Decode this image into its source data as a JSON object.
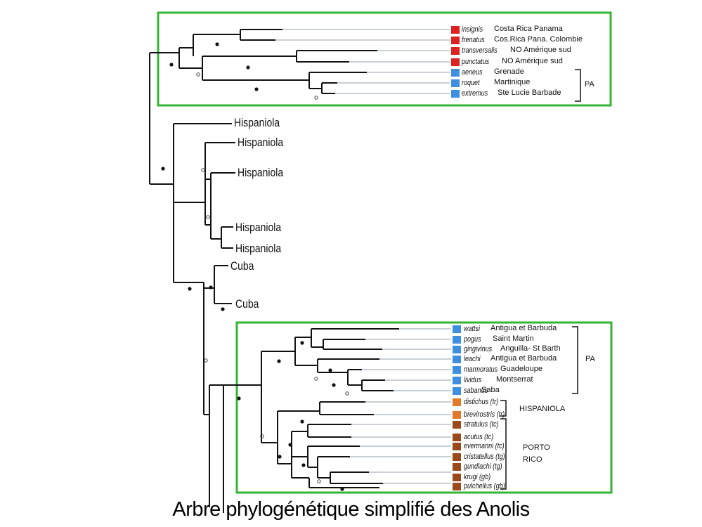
{
  "caption": "Arbre phylogénétique simplifié des Anolis",
  "colors": {
    "box": "#33b533",
    "mainland": "#dd2222",
    "lesser_antilles": "#3f8fe0",
    "hispaniola": "#e07a2a",
    "puerto_rico": "#9a4a1a"
  },
  "top_group": {
    "taxa": [
      {
        "species": "insignis",
        "locality": "Costa Rica  Panama",
        "color": "mainland"
      },
      {
        "species": "frenatus",
        "locality": "Cos.Rica  Pana. Colombie",
        "color": "mainland"
      },
      {
        "species": "transversalis",
        "locality": "NO Amérique sud",
        "color": "mainland"
      },
      {
        "species": "punctatus",
        "locality": "NO Amérique sud",
        "color": "mainland"
      },
      {
        "species": "aeneus",
        "locality": "Grenade",
        "color": "lesser_antilles"
      },
      {
        "species": "roquet",
        "locality": "Martinique",
        "color": "lesser_antilles"
      },
      {
        "species": "extremus",
        "locality": "Ste Lucie Barbade",
        "color": "lesser_antilles"
      }
    ],
    "group_label": "PA"
  },
  "middle_clades": [
    "Hispaniola",
    "Hispaniola",
    "Hispaniola",
    "Hispaniola",
    "Hispaniola",
    "Cuba",
    "Cuba"
  ],
  "bottom_group": {
    "taxa": [
      {
        "species": "wattsi",
        "locality": "Antigua et Barbuda",
        "color": "lesser_antilles"
      },
      {
        "species": "pogus",
        "locality": "Saint Martin",
        "color": "lesser_antilles"
      },
      {
        "species": "gingivinus",
        "locality": "Anguilla- St Barth",
        "color": "lesser_antilles"
      },
      {
        "species": "leachi",
        "locality": "Antigua et Barbuda",
        "color": "lesser_antilles"
      },
      {
        "species": "marmoratus",
        "locality": "Guadeloupe",
        "color": "lesser_antilles"
      },
      {
        "species": "lividus",
        "locality": "Montserrat",
        "color": "lesser_antilles"
      },
      {
        "species": "sabanus",
        "locality": "Saba",
        "color": "lesser_antilles"
      },
      {
        "species": "distichus (tr)",
        "locality": "",
        "color": "hispaniola"
      },
      {
        "species": "brevirostris (tr)",
        "locality": "",
        "color": "hispaniola"
      },
      {
        "species": "stratulus (tc)",
        "locality": "",
        "color": "puerto_rico"
      },
      {
        "species": "acutus (tc)",
        "locality": "",
        "color": "puerto_rico"
      },
      {
        "species": "evermanni (tc)",
        "locality": "",
        "color": "puerto_rico"
      },
      {
        "species": "cristatellus (tg)",
        "locality": "",
        "color": "puerto_rico"
      },
      {
        "species": "gundlachi (tg)",
        "locality": "",
        "color": "puerto_rico"
      },
      {
        "species": "krugi (gb)",
        "locality": "",
        "color": "puerto_rico"
      },
      {
        "species": "pulchellus (gb)",
        "locality": "",
        "color": "puerto_rico"
      }
    ],
    "group_labels": {
      "pa": "PA",
      "hispaniola": "HISPANIOLA",
      "porto": "PORTO",
      "rico": "RICO"
    }
  }
}
